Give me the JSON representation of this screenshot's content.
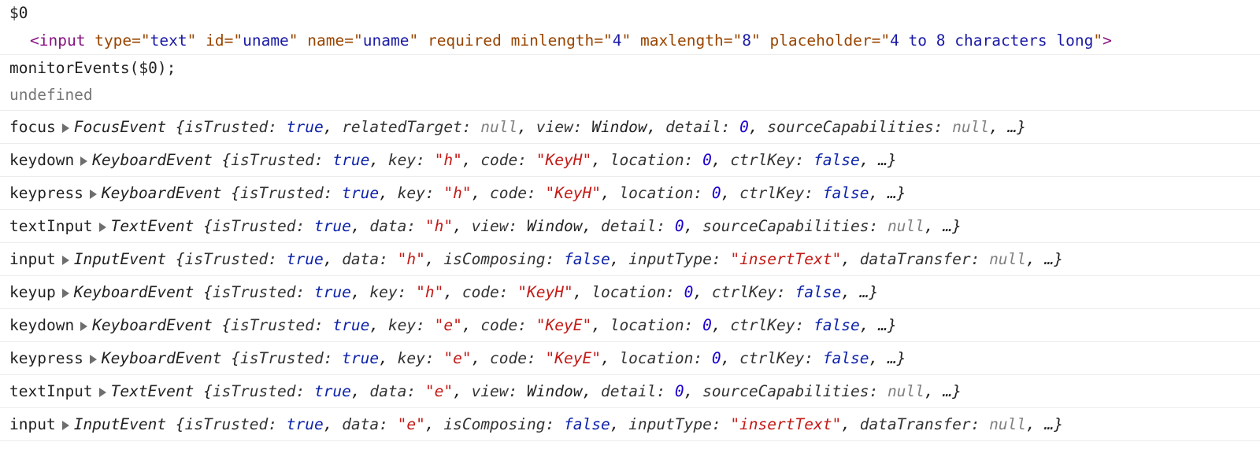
{
  "console": {
    "selected_ref": "$0",
    "element_echo": {
      "open": "<",
      "tag": "input",
      "attrs": [
        {
          "name": "type",
          "value": "text"
        },
        {
          "name": "id",
          "value": "uname"
        },
        {
          "name": "name",
          "value": "uname"
        },
        {
          "name": "required",
          "value": null
        },
        {
          "name": "minlength",
          "value": "4"
        },
        {
          "name": "maxlength",
          "value": "8"
        },
        {
          "name": "placeholder",
          "value": "4 to 8 characters long"
        }
      ],
      "close": ">"
    },
    "command": "monitorEvents($0);",
    "command_result": "undefined",
    "events": [
      {
        "event": "focus",
        "type": "FocusEvent",
        "props": [
          [
            "isTrusted",
            "true",
            "kw"
          ],
          [
            "relatedTarget",
            "null",
            "nul"
          ],
          [
            "view",
            "Window",
            "win"
          ],
          [
            "detail",
            "0",
            "num"
          ],
          [
            "sourceCapabilities",
            "null",
            "nul"
          ]
        ]
      },
      {
        "event": "keydown",
        "type": "KeyboardEvent",
        "props": [
          [
            "isTrusted",
            "true",
            "kw"
          ],
          [
            "key",
            "\"h\"",
            "str"
          ],
          [
            "code",
            "\"KeyH\"",
            "str"
          ],
          [
            "location",
            "0",
            "num"
          ],
          [
            "ctrlKey",
            "false",
            "kw"
          ]
        ]
      },
      {
        "event": "keypress",
        "type": "KeyboardEvent",
        "props": [
          [
            "isTrusted",
            "true",
            "kw"
          ],
          [
            "key",
            "\"h\"",
            "str"
          ],
          [
            "code",
            "\"KeyH\"",
            "str"
          ],
          [
            "location",
            "0",
            "num"
          ],
          [
            "ctrlKey",
            "false",
            "kw"
          ]
        ]
      },
      {
        "event": "textInput",
        "type": "TextEvent",
        "props": [
          [
            "isTrusted",
            "true",
            "kw"
          ],
          [
            "data",
            "\"h\"",
            "str"
          ],
          [
            "view",
            "Window",
            "win"
          ],
          [
            "detail",
            "0",
            "num"
          ],
          [
            "sourceCapabilities",
            "null",
            "nul"
          ]
        ]
      },
      {
        "event": "input",
        "type": "InputEvent",
        "props": [
          [
            "isTrusted",
            "true",
            "kw"
          ],
          [
            "data",
            "\"h\"",
            "str"
          ],
          [
            "isComposing",
            "false",
            "kw"
          ],
          [
            "inputType",
            "\"insertText\"",
            "str"
          ],
          [
            "dataTransfer",
            "null",
            "nul"
          ]
        ]
      },
      {
        "event": "keyup",
        "type": "KeyboardEvent",
        "props": [
          [
            "isTrusted",
            "true",
            "kw"
          ],
          [
            "key",
            "\"h\"",
            "str"
          ],
          [
            "code",
            "\"KeyH\"",
            "str"
          ],
          [
            "location",
            "0",
            "num"
          ],
          [
            "ctrlKey",
            "false",
            "kw"
          ]
        ]
      },
      {
        "event": "keydown",
        "type": "KeyboardEvent",
        "props": [
          [
            "isTrusted",
            "true",
            "kw"
          ],
          [
            "key",
            "\"e\"",
            "str"
          ],
          [
            "code",
            "\"KeyE\"",
            "str"
          ],
          [
            "location",
            "0",
            "num"
          ],
          [
            "ctrlKey",
            "false",
            "kw"
          ]
        ]
      },
      {
        "event": "keypress",
        "type": "KeyboardEvent",
        "props": [
          [
            "isTrusted",
            "true",
            "kw"
          ],
          [
            "key",
            "\"e\"",
            "str"
          ],
          [
            "code",
            "\"KeyE\"",
            "str"
          ],
          [
            "location",
            "0",
            "num"
          ],
          [
            "ctrlKey",
            "false",
            "kw"
          ]
        ]
      },
      {
        "event": "textInput",
        "type": "TextEvent",
        "props": [
          [
            "isTrusted",
            "true",
            "kw"
          ],
          [
            "data",
            "\"e\"",
            "str"
          ],
          [
            "view",
            "Window",
            "win"
          ],
          [
            "detail",
            "0",
            "num"
          ],
          [
            "sourceCapabilities",
            "null",
            "nul"
          ]
        ]
      },
      {
        "event": "input",
        "type": "InputEvent",
        "props": [
          [
            "isTrusted",
            "true",
            "kw"
          ],
          [
            "data",
            "\"e\"",
            "str"
          ],
          [
            "isComposing",
            "false",
            "kw"
          ],
          [
            "inputType",
            "\"insertText\"",
            "str"
          ],
          [
            "dataTransfer",
            "null",
            "nul"
          ]
        ]
      }
    ],
    "ellipsis": "…"
  }
}
